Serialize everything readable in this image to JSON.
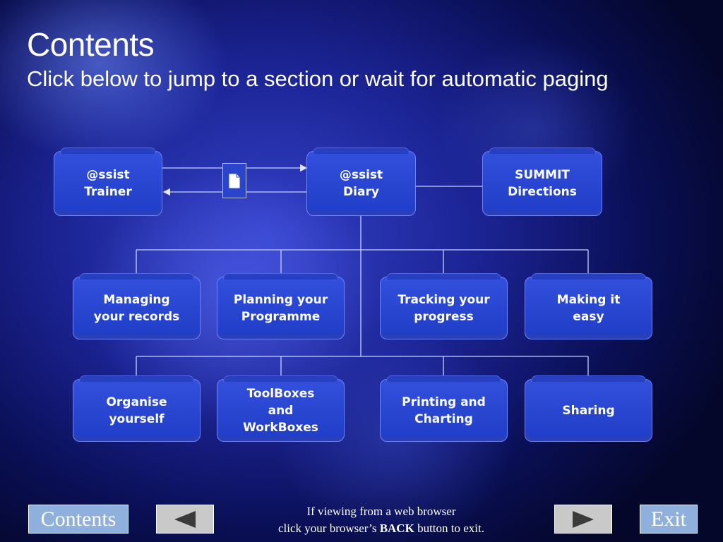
{
  "header": {
    "title": "Contents",
    "subtitle": "Click below to jump to a section or wait for automatic paging"
  },
  "top_boxes": {
    "trainer": "@ssist\nTrainer",
    "diary": "@ssist\nDiary",
    "summit": "SUMMIT\nDirections"
  },
  "row1": [
    "Managing\nyour records",
    "Planning your\nProgramme",
    "Tracking your\nprogress",
    "Making it\neasy"
  ],
  "row2": [
    "Organise\nyourself",
    "ToolBoxes\nand\nWorkBoxes",
    "Printing and\nCharting",
    "Sharing"
  ],
  "icons": {
    "document": "document-icon",
    "previous": "previous-arrow-icon",
    "next": "next-arrow-icon"
  },
  "footer": {
    "contents_label": "Contents",
    "exit_label": "Exit",
    "note_line1": "If viewing from a web browser",
    "note_line2_pre": "click your browser’s ",
    "note_line2_bold": "BACK",
    "note_line2_post": " button to exit."
  },
  "colors": {
    "box": "#2a46d0",
    "connector": "#c8d2ff"
  }
}
